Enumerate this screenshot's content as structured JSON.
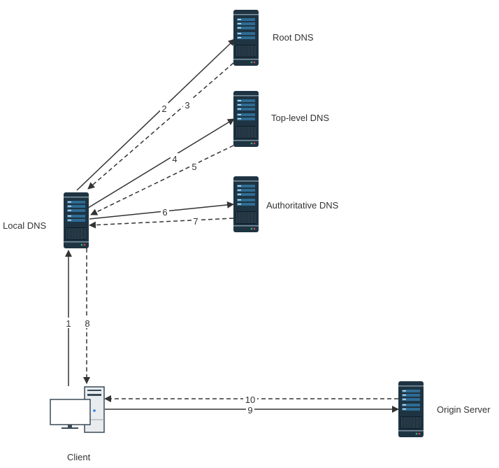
{
  "nodes": {
    "root": {
      "label": "Root DNS",
      "icon": "server-icon"
    },
    "tld": {
      "label": "Top-level DNS",
      "icon": "server-icon"
    },
    "auth": {
      "label": "Authoritative DNS",
      "icon": "server-icon"
    },
    "local": {
      "label": "Local DNS",
      "icon": "server-icon"
    },
    "origin": {
      "label": "Origin Server",
      "icon": "server-icon"
    },
    "client": {
      "label": "Client",
      "icon": "desktop-computer-icon"
    }
  },
  "edges": [
    {
      "id": "e1",
      "label": "1",
      "from": "client",
      "to": "local",
      "style": "solid"
    },
    {
      "id": "e2",
      "label": "2",
      "from": "local",
      "to": "root",
      "style": "solid"
    },
    {
      "id": "e3",
      "label": "3",
      "from": "root",
      "to": "local",
      "style": "dashed"
    },
    {
      "id": "e4",
      "label": "4",
      "from": "local",
      "to": "tld",
      "style": "solid"
    },
    {
      "id": "e5",
      "label": "5",
      "from": "tld",
      "to": "local",
      "style": "dashed"
    },
    {
      "id": "e6",
      "label": "6",
      "from": "local",
      "to": "auth",
      "style": "solid"
    },
    {
      "id": "e7",
      "label": "7",
      "from": "auth",
      "to": "local",
      "style": "dashed"
    },
    {
      "id": "e8",
      "label": "8",
      "from": "local",
      "to": "client",
      "style": "dashed"
    },
    {
      "id": "e9",
      "label": "9",
      "from": "client",
      "to": "origin",
      "style": "solid"
    },
    {
      "id": "e10",
      "label": "10",
      "from": "origin",
      "to": "client",
      "style": "dashed"
    }
  ],
  "colors": {
    "server_body": "#1f3442",
    "server_slot": "#2e6c94",
    "line": "#333333",
    "label_odd": "#b5651d",
    "label_even": "#2a5a8a"
  }
}
